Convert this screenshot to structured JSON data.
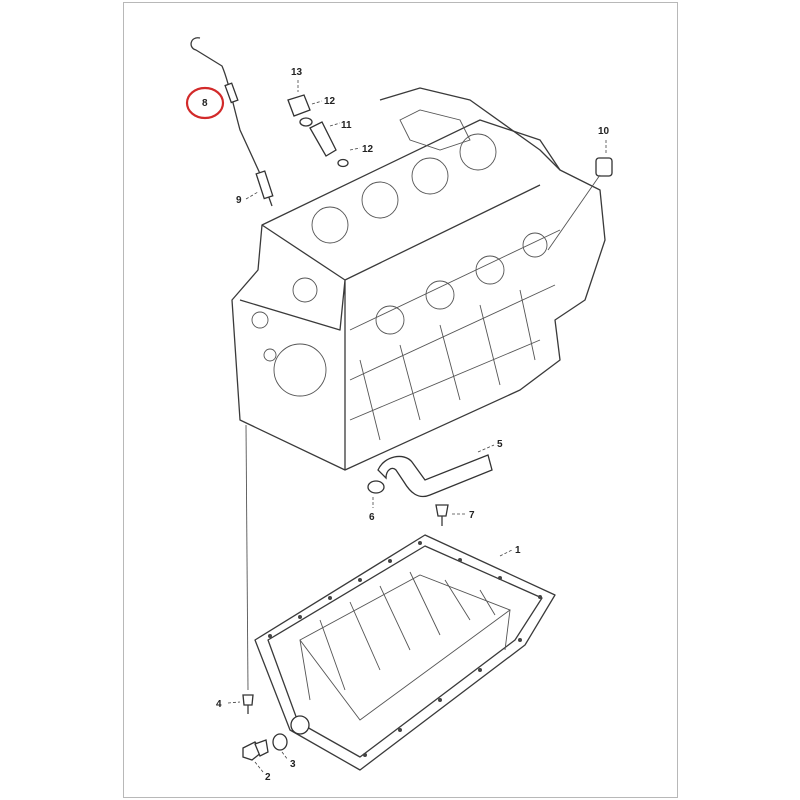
{
  "diagram": {
    "title": "Engine block and oil pan exploded parts view",
    "highlight_color": "#d22a2a",
    "callouts": {
      "p1": "1",
      "p2": "2",
      "p3": "3",
      "p4": "4",
      "p5": "5",
      "p6": "6",
      "p7": "7",
      "p8": "8",
      "p9": "9",
      "p10": "10",
      "p11": "11",
      "p12a": "12",
      "p12b": "12",
      "p13": "13"
    },
    "highlighted_callout": "8"
  }
}
